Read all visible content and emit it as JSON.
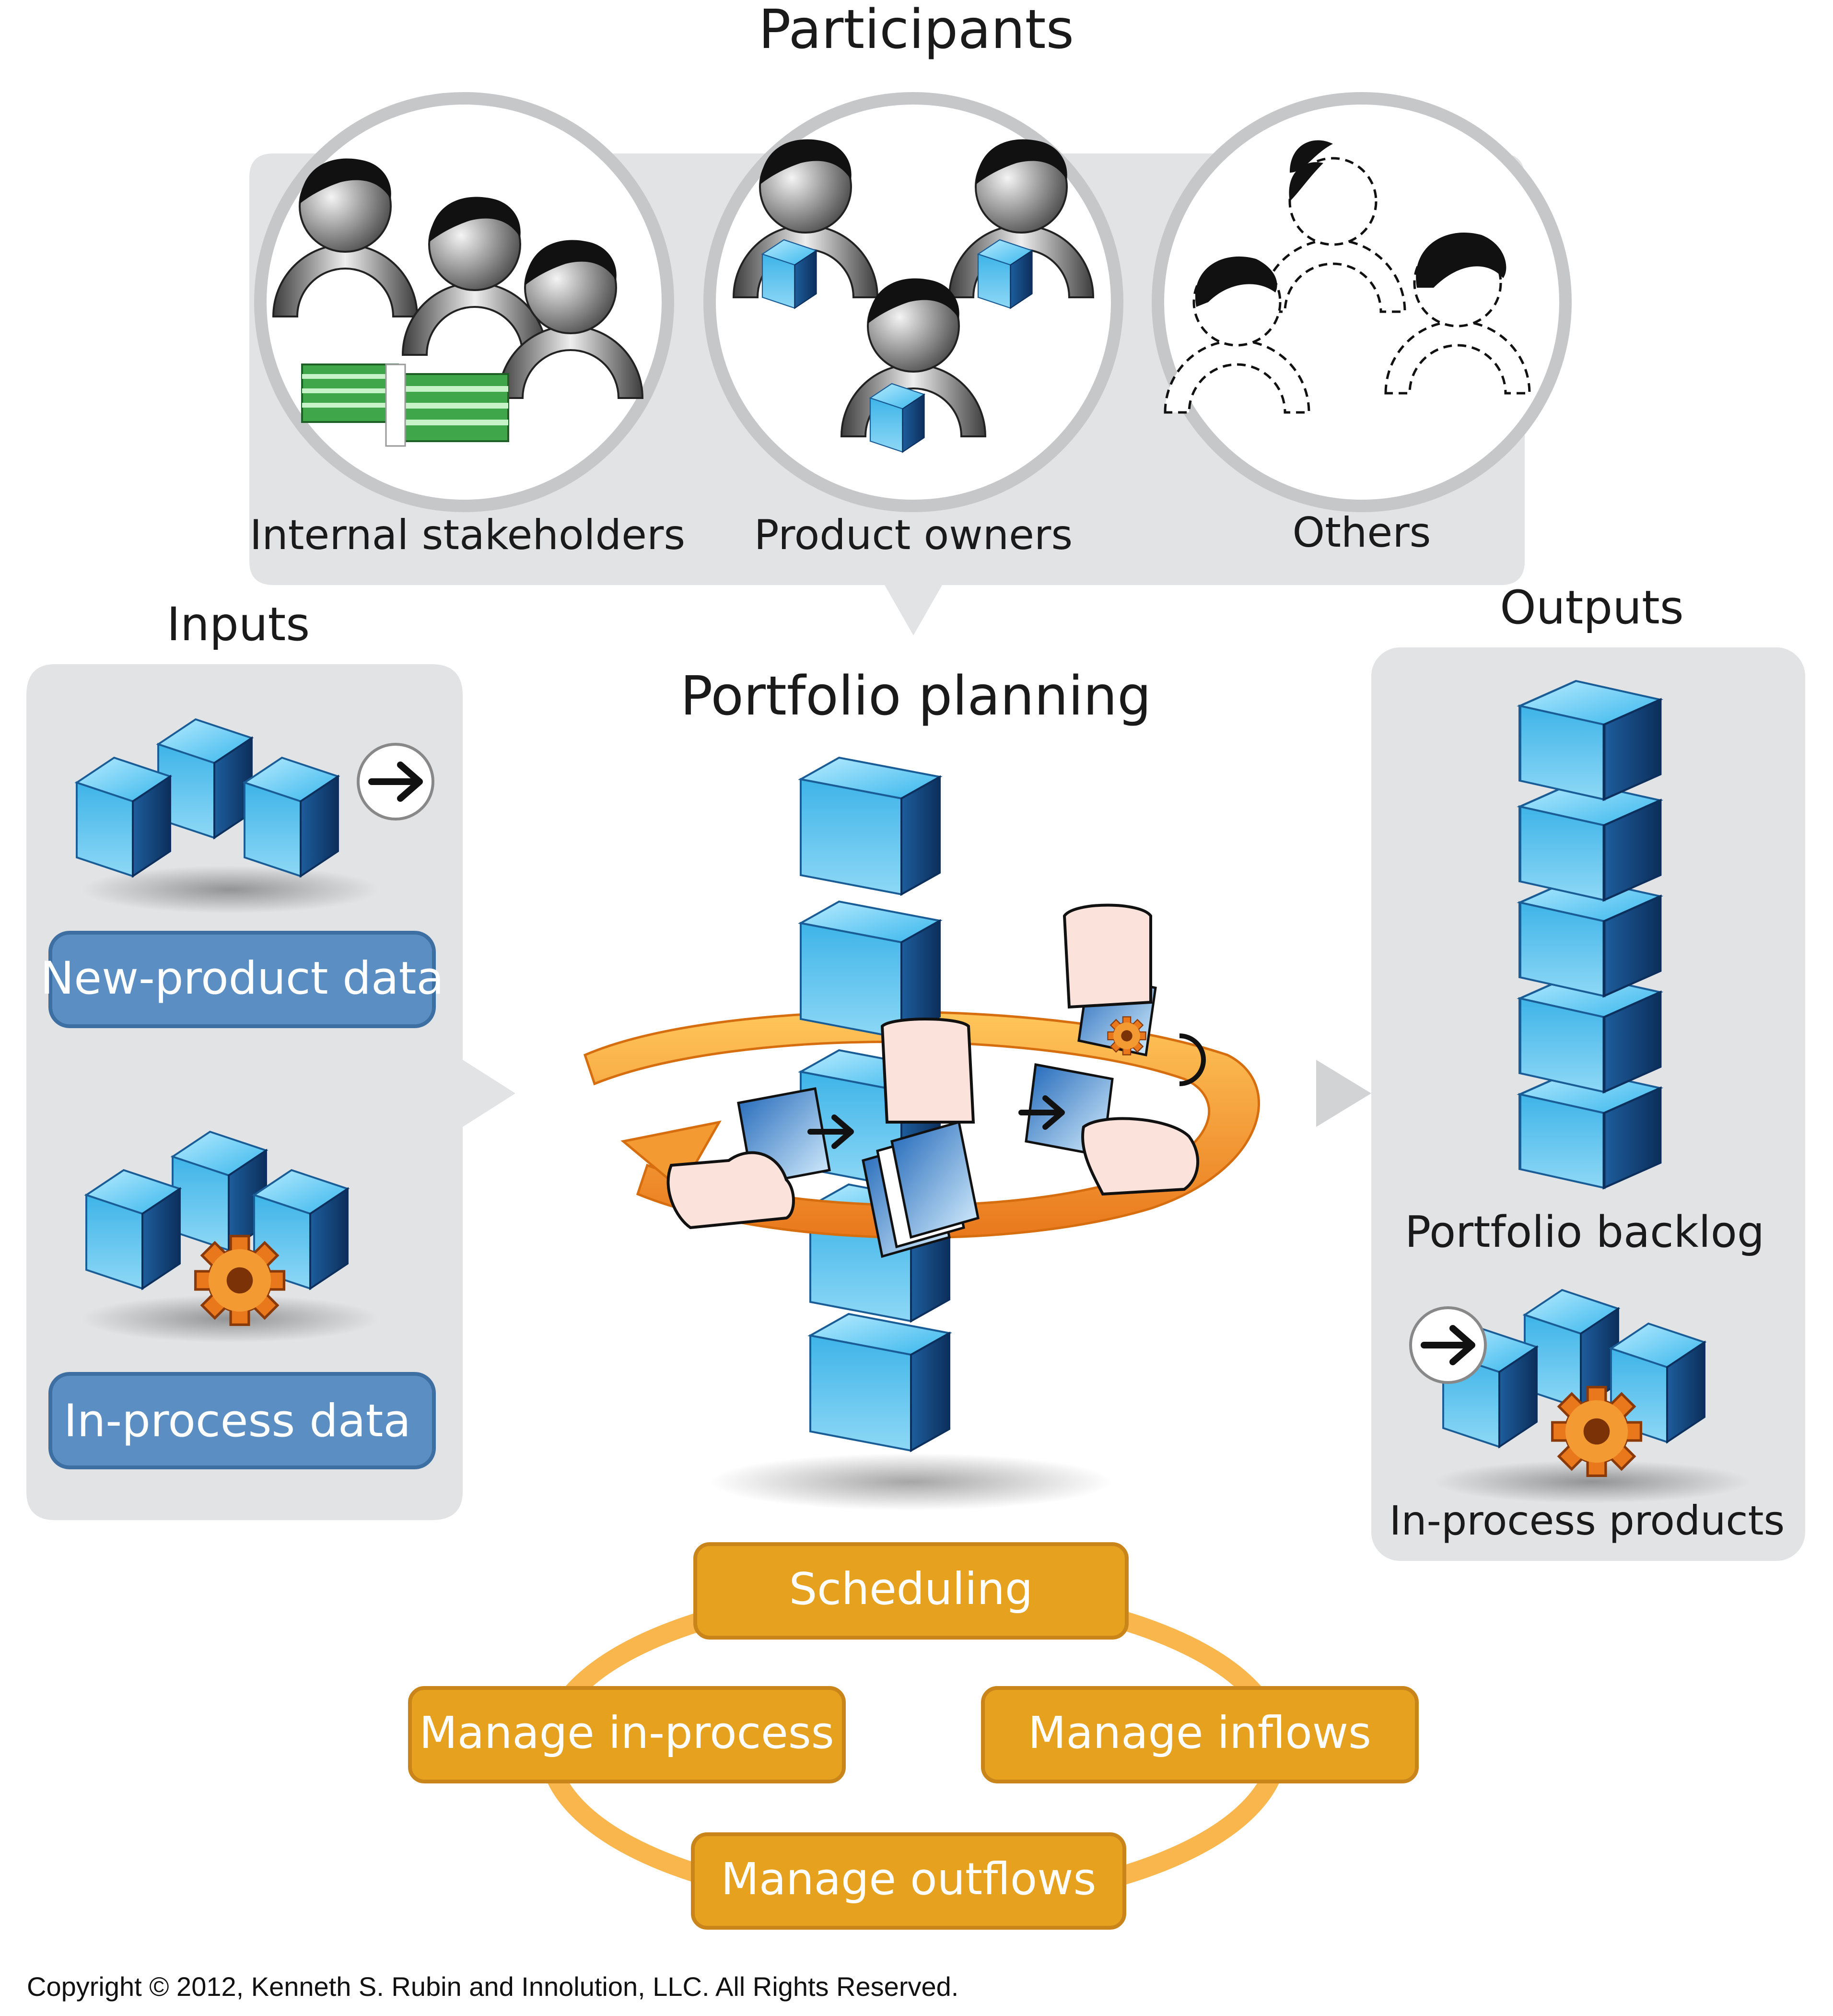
{
  "participants": {
    "title": "Participants",
    "groups": [
      "Internal stakeholders",
      "Product owners",
      "Others"
    ]
  },
  "inputs": {
    "title": "Inputs",
    "items": [
      "New-product data",
      "In-process data"
    ]
  },
  "center": {
    "title": "Portfolio planning"
  },
  "outputs": {
    "title": "Outputs",
    "items": [
      "Portfolio backlog",
      "In-process products"
    ]
  },
  "activities": [
    "Scheduling",
    "Manage in-process",
    "Manage inflows",
    "Manage outflows"
  ],
  "copyright": "Copyright © 2012, Kenneth S. Rubin and Innolution, LLC. All Rights Reserved.",
  "colors": {
    "panel": "#e2e3e5",
    "cube_light": "#5cc6f0",
    "cube_dark": "#14467d",
    "label_blue": "#5b8fc4",
    "activity_orange": "#e6a21f",
    "ring_orange": "#f5a73a",
    "money_green": "#3fa64a"
  }
}
